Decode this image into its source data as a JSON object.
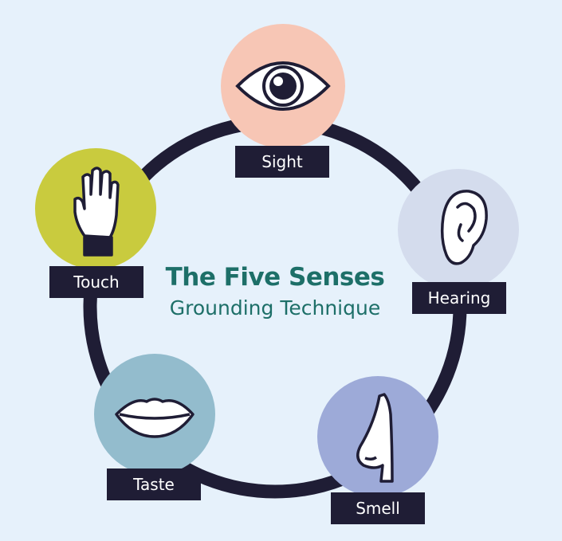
{
  "title": "The Five Senses",
  "subtitle": "Grounding Technique",
  "senses": [
    {
      "label": "Sight",
      "icon": "eye-icon",
      "color": "#f7c6b5"
    },
    {
      "label": "Hearing",
      "icon": "ear-icon",
      "color": "#d4dced"
    },
    {
      "label": "Smell",
      "icon": "nose-icon",
      "color": "#9daad8"
    },
    {
      "label": "Taste",
      "icon": "lips-icon",
      "color": "#93bccd"
    },
    {
      "label": "Touch",
      "icon": "hand-icon",
      "color": "#c9cb3e"
    }
  ],
  "colors": {
    "background": "#e6f1fb",
    "ring": "#1f1d35",
    "label_bg": "#1f1d35",
    "title": "#1d6f68"
  }
}
